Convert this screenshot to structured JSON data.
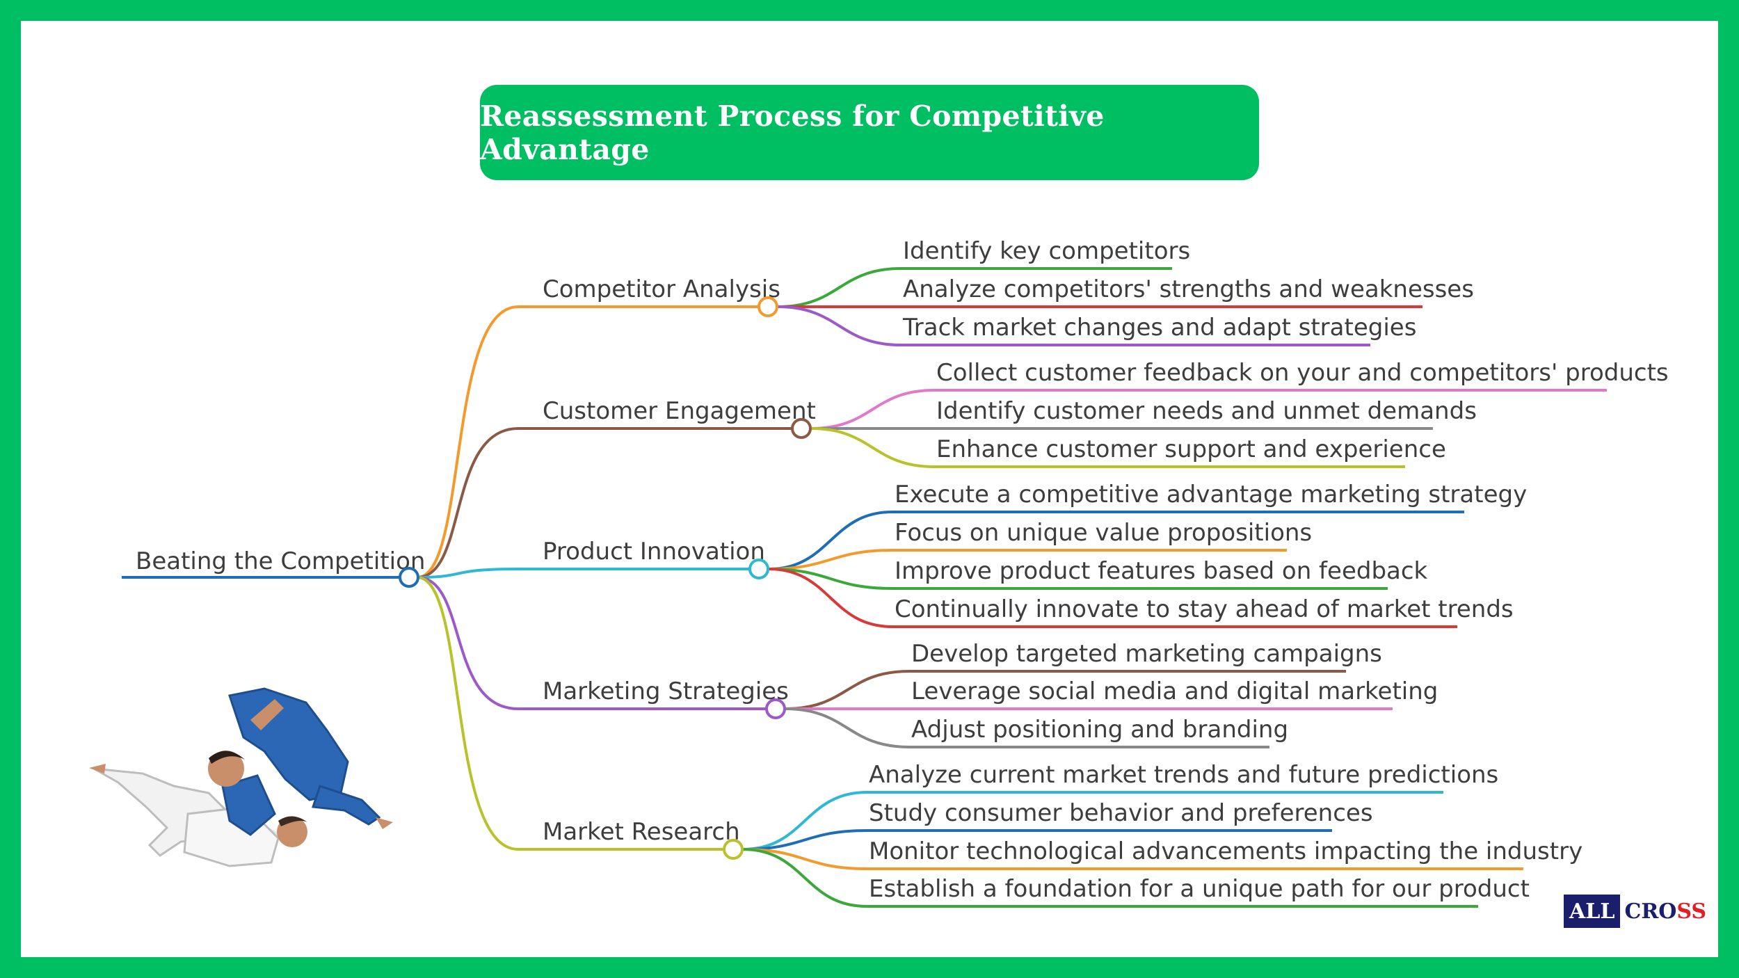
{
  "title": "Reassessment Process for Competitive Advantage",
  "root": {
    "label": "Beating the Competition",
    "color": "#1f6eb5"
  },
  "branches": [
    {
      "label": "Competitor Analysis",
      "color": "#f39a2c",
      "children": [
        {
          "label": "Identify key competitors",
          "color": "#3aa83a"
        },
        {
          "label": "Analyze competitors' strengths and weaknesses",
          "color": "#d83a3a"
        },
        {
          "label": "Track market changes and adapt strategies",
          "color": "#9b59c9"
        }
      ]
    },
    {
      "label": "Customer Engagement",
      "color": "#8a5a46",
      "children": [
        {
          "label": "Collect customer feedback on your and competitors' products",
          "color": "#e07ac8"
        },
        {
          "label": "Identify customer needs and unmet demands",
          "color": "#888888"
        },
        {
          "label": "Enhance customer support and experience",
          "color": "#b8c22a"
        }
      ]
    },
    {
      "label": "Product Innovation",
      "color": "#2fb9d0",
      "children": [
        {
          "label": "Execute a competitive advantage marketing strategy",
          "color": "#1f6eb5"
        },
        {
          "label": "Focus on unique value propositions",
          "color": "#f39a2c"
        },
        {
          "label": "Improve product features based on feedback",
          "color": "#3aa83a"
        },
        {
          "label": "Continually innovate to stay ahead of market trends",
          "color": "#d83a3a"
        }
      ]
    },
    {
      "label": "Marketing Strategies",
      "color": "#9b59c9",
      "children": [
        {
          "label": "Develop targeted marketing campaigns",
          "color": "#8a5a46"
        },
        {
          "label": "Leverage social media and digital marketing",
          "color": "#e07ac8"
        },
        {
          "label": "Adjust positioning and branding",
          "color": "#888888"
        }
      ]
    },
    {
      "label": "Market Research",
      "color": "#b8c22a",
      "children": [
        {
          "label": "Analyze current market trends and future predictions",
          "color": "#2fb9d0"
        },
        {
          "label": "Study consumer behavior and preferences",
          "color": "#1f6eb5"
        },
        {
          "label": "Monitor technological advancements impacting the industry",
          "color": "#f39a2c"
        },
        {
          "label": "Establish a foundation for a unique path for our product",
          "color": "#3aa83a"
        }
      ]
    }
  ],
  "logo": {
    "part1": "ALL",
    "part2": "CRO",
    "part3": "SS"
  },
  "colors": {
    "frame": "#00BF63",
    "title_bg": "#00BF63",
    "text": "#3d3d3d",
    "logo_navy": "#1b1f6b",
    "logo_red": "#e01f26"
  },
  "illustration": "judo-throw-icon"
}
